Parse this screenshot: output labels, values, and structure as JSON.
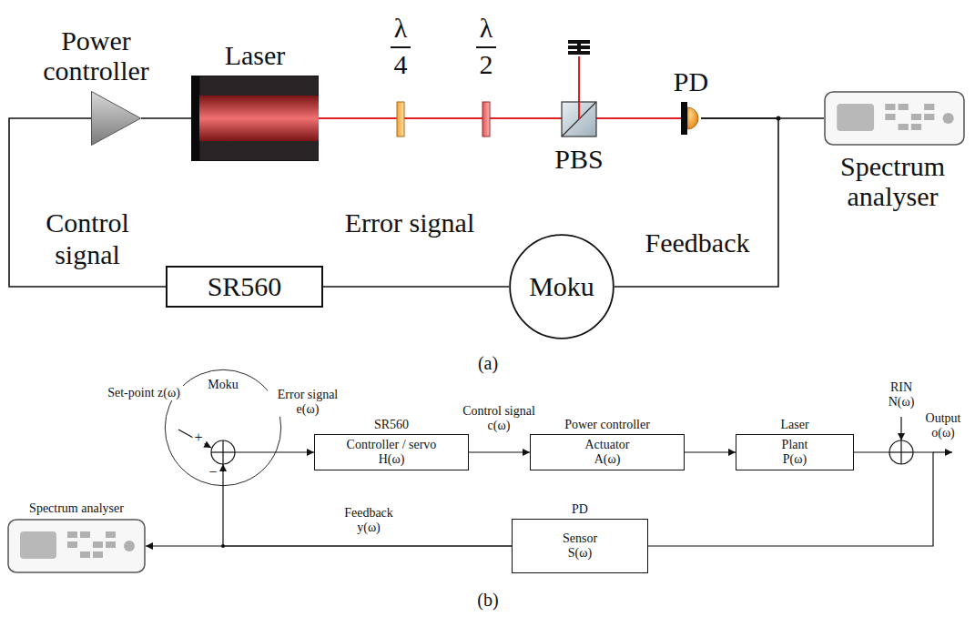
{
  "diagram": {
    "nodes": [
      {
        "text": [
          "Power controller"
        ]
      },
      {
        "text": [
          "Laser"
        ]
      },
      {
        "text": [
          "PD"
        ]
      },
      {
        "text": [
          "Spectrum analyser"
        ]
      },
      {
        "text": [
          "SR560"
        ]
      },
      {
        "text": [
          "Moku"
        ]
      },
      {
        "text": [
          "Moku"
        ]
      },
      {
        "text": [
          "SR560",
          "Controller / servo",
          "H(ω)"
        ]
      },
      {
        "text": [
          "Power controller",
          "Actuator",
          "A(ω)"
        ]
      },
      {
        "text": [
          "Laser",
          "Plant",
          "P(ω)"
        ]
      },
      {
        "text": [
          "PD",
          "Sensor",
          "S(ω)"
        ]
      },
      {
        "text": [
          "Spectrum analyser"
        ]
      }
    ],
    "edges": [
      {
        "from": 0,
        "to": 1,
        "arrow": "none"
      },
      {
        "from": 1,
        "to": 2,
        "arrow": "none"
      },
      {
        "from": 2,
        "to": 3,
        "arrow": "none"
      },
      {
        "from": 2,
        "to": 5,
        "label": "Feedback",
        "arrow": "none"
      },
      {
        "from": 5,
        "to": 4,
        "label": "Error signal",
        "arrow": "none"
      },
      {
        "from": 4,
        "to": 0,
        "label": "Control signal",
        "arrow": "none"
      },
      {
        "from": 6,
        "to": 7,
        "label": "Error signal e(ω)",
        "arrow": "to"
      },
      {
        "from": 7,
        "to": 8,
        "label": "Control signal c(ω)",
        "arrow": "to"
      },
      {
        "from": 8,
        "to": 9,
        "arrow": "to"
      },
      {
        "from": 9,
        "to": 10,
        "arrow": "none"
      },
      {
        "from": 10,
        "to": 6,
        "label": "Feedback y(ω)",
        "arrow": "to"
      },
      {
        "from": 10,
        "to": 11,
        "arrow": "to"
      }
    ],
    "labels": [
      "λ",
      "4",
      "λ",
      "2",
      "PBS",
      "(a)",
      "Set-point z(ω)",
      "+",
      "−",
      "RIN N(ω)",
      "Output o(ω)",
      "(b)"
    ]
  }
}
